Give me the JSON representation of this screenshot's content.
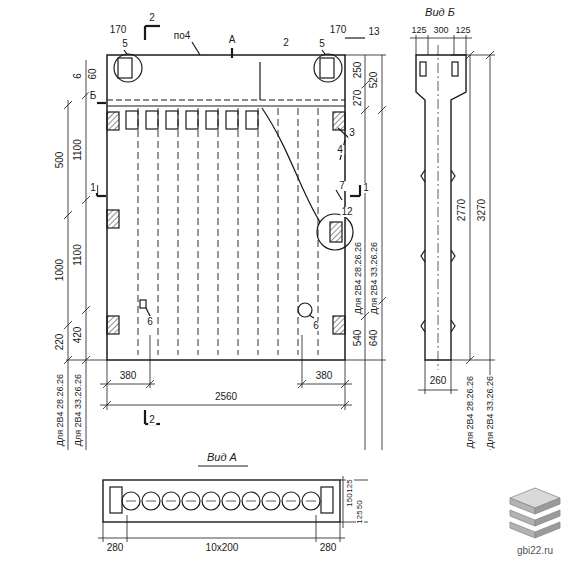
{
  "diagram": {
    "labels": [
      "2",
      "170",
      "5",
      "по4",
      "А",
      "2",
      "5",
      "170",
      "13",
      "6",
      "60",
      "Б",
      "500",
      "1100",
      "1000",
      "1100",
      "220",
      "420",
      "Для 2В4 28.26.26",
      "Для 2В4 33.26.26",
      "1",
      "380",
      "2560",
      "380",
      "2",
      "520",
      "250",
      "270",
      "3",
      "4",
      "7",
      "1",
      "12",
      "Для 2В4 28.26.26",
      "Для 2В4 33.26.26",
      "540",
      "640",
      "6",
      "6",
      "Вид Б",
      "125",
      "300",
      "125",
      "2770",
      "3270",
      "260",
      "Для 2В4 28.26.26",
      "Для 2В4 33.26.26",
      "Вид А",
      "280",
      "10x200",
      "280",
      "125",
      "150",
      "150",
      "125",
      "gbi22.ru"
    ]
  }
}
